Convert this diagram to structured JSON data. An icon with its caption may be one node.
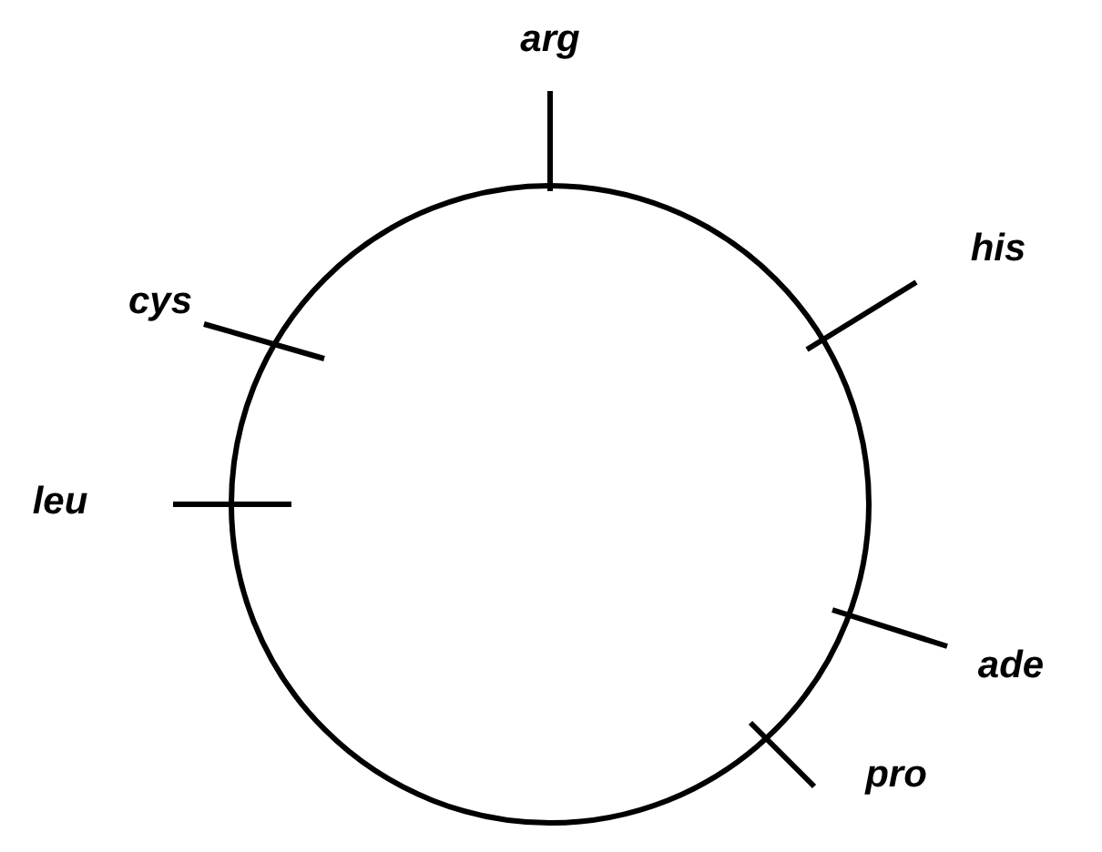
{
  "diagram": {
    "labels": [
      "arg",
      "his",
      "cys",
      "leu",
      "ade",
      "pro"
    ]
  }
}
